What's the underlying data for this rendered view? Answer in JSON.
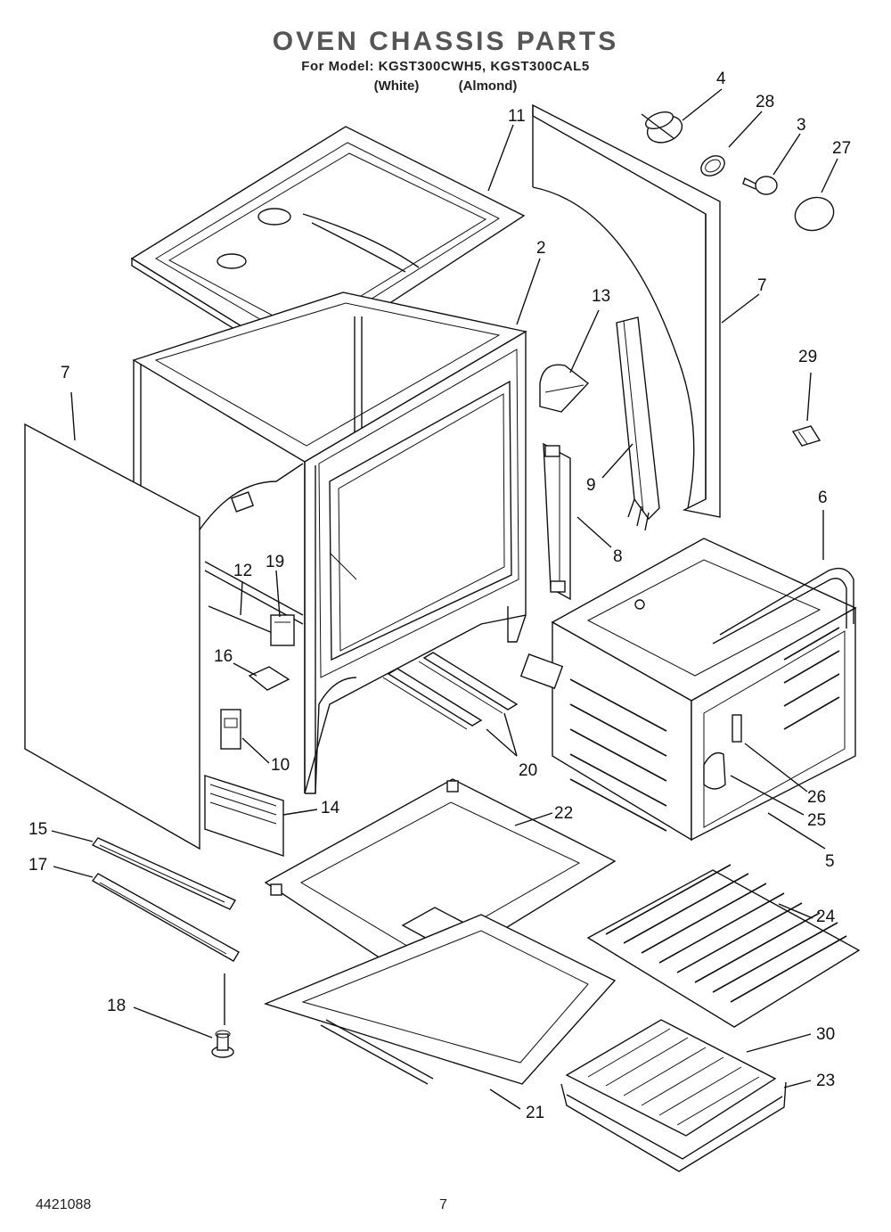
{
  "header": {
    "title": "OVEN CHASSIS PARTS",
    "model_line": "For Model: KGST300CWH5, KGST300CAL5",
    "color_white": "(White)",
    "color_almond": "(Almond)"
  },
  "footer": {
    "doc_number": "4421088",
    "page_number": "7"
  },
  "part_labels": [
    "4",
    "28",
    "3",
    "27",
    "11",
    "2",
    "7",
    "7",
    "13",
    "29",
    "9",
    "8",
    "6",
    "12",
    "19",
    "16",
    "10",
    "20",
    "26",
    "25",
    "14",
    "22",
    "5",
    "15",
    "17",
    "24",
    "18",
    "30",
    "23",
    "21"
  ],
  "colors": {
    "line": "#111111",
    "shade": "#e6e6e6"
  }
}
